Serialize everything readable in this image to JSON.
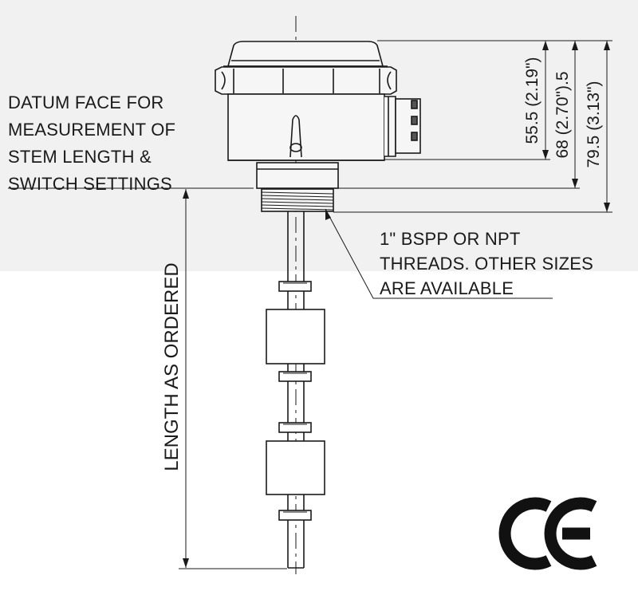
{
  "labels": {
    "datum_face": [
      "DATUM FACE FOR",
      "MEASUREMENT OF",
      "STEM LENGTH &",
      "SWITCH SETTINGS"
    ],
    "threads_note": [
      "1\" BSPP OR NPT",
      "THREADS. OTHER SIZES",
      "ARE AVAILABLE"
    ],
    "length_as_ordered": "LENGTH AS ORDERED"
  },
  "dimensions": {
    "d1": "55.5 (2.19\")",
    "d2": "68 (2.70\").5",
    "d3": "79.5 (3.13\")"
  },
  "certification": {
    "mark": "CE"
  },
  "colors": {
    "line": "#1a1a1a",
    "background": "#ffffff",
    "panel": "#f1f1f1"
  }
}
